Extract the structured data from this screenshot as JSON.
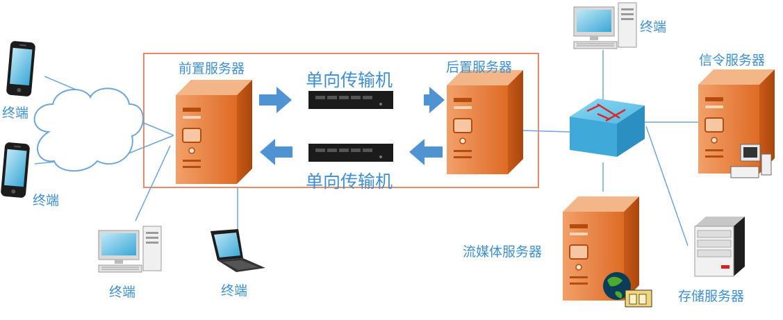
{
  "labels": {
    "front_server": "前置服务器",
    "rear_server": "后置服务器",
    "one_way_top": "单向传输机",
    "one_way_bottom": "单向传输机",
    "signaling_server": "信令服务器",
    "streaming_server": "流媒体服务器",
    "storage_server": "存储服务器",
    "terminal_phone_1": "终端",
    "terminal_phone_2": "终端",
    "terminal_pc_left": "终端",
    "terminal_laptop": "终端",
    "terminal_pc_top": "终端"
  },
  "icons": {
    "phone": "mobile-phone-icon",
    "cloud": "cloud-icon",
    "desktop": "desktop-computer-icon",
    "laptop": "laptop-icon",
    "server": "server-tower-icon",
    "transfer_device": "one-way-transfer-device-icon",
    "arrow": "arrow-icon",
    "switch": "network-switch-icon",
    "storage": "storage-server-icon"
  },
  "colors": {
    "label": "#3f8fd0",
    "link_line": "#6ea6d6",
    "frame": "#e8896a",
    "server_front": "#e0742e",
    "server_side": "#c25412",
    "server_top": "#f0a776",
    "arrow": "#4f93d3",
    "switch": "#6fc6ea"
  }
}
